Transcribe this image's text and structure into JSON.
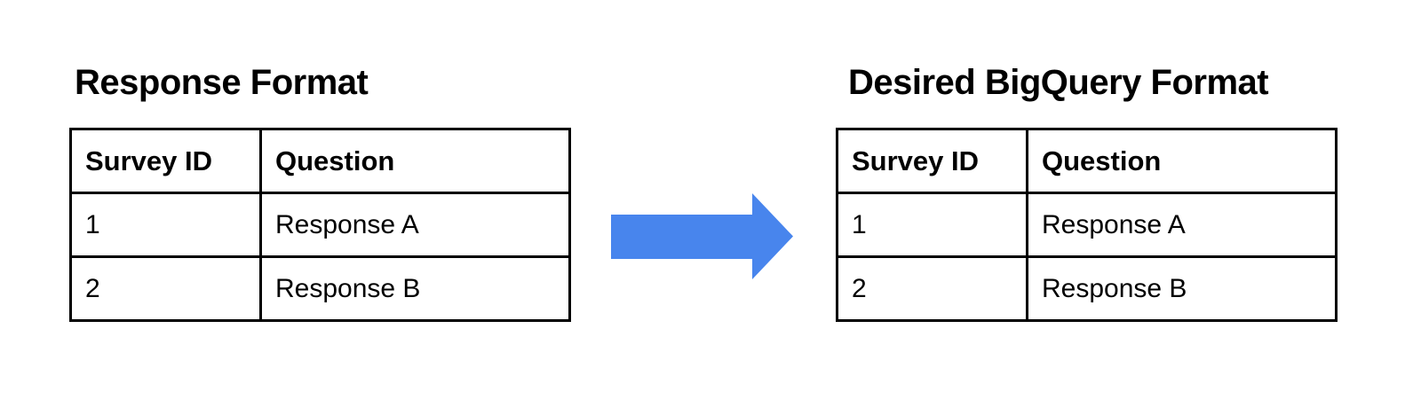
{
  "left_panel": {
    "title": "Response Format",
    "table": {
      "columns": [
        "Survey ID",
        "Question"
      ],
      "rows": [
        [
          "1",
          "Response A"
        ],
        [
          "2",
          "Response B"
        ]
      ]
    }
  },
  "arrow": {
    "direction": "right",
    "color": "#4885ED"
  },
  "right_panel": {
    "title": "Desired BigQuery Format",
    "table": {
      "columns": [
        "Survey ID",
        "Question"
      ],
      "rows": [
        [
          "1",
          "Response A"
        ],
        [
          "2",
          "Response B"
        ]
      ]
    }
  },
  "colors": {
    "background": "#ffffff",
    "border": "#000000",
    "text": "#000000",
    "arrow_blue": "#4885ED"
  }
}
